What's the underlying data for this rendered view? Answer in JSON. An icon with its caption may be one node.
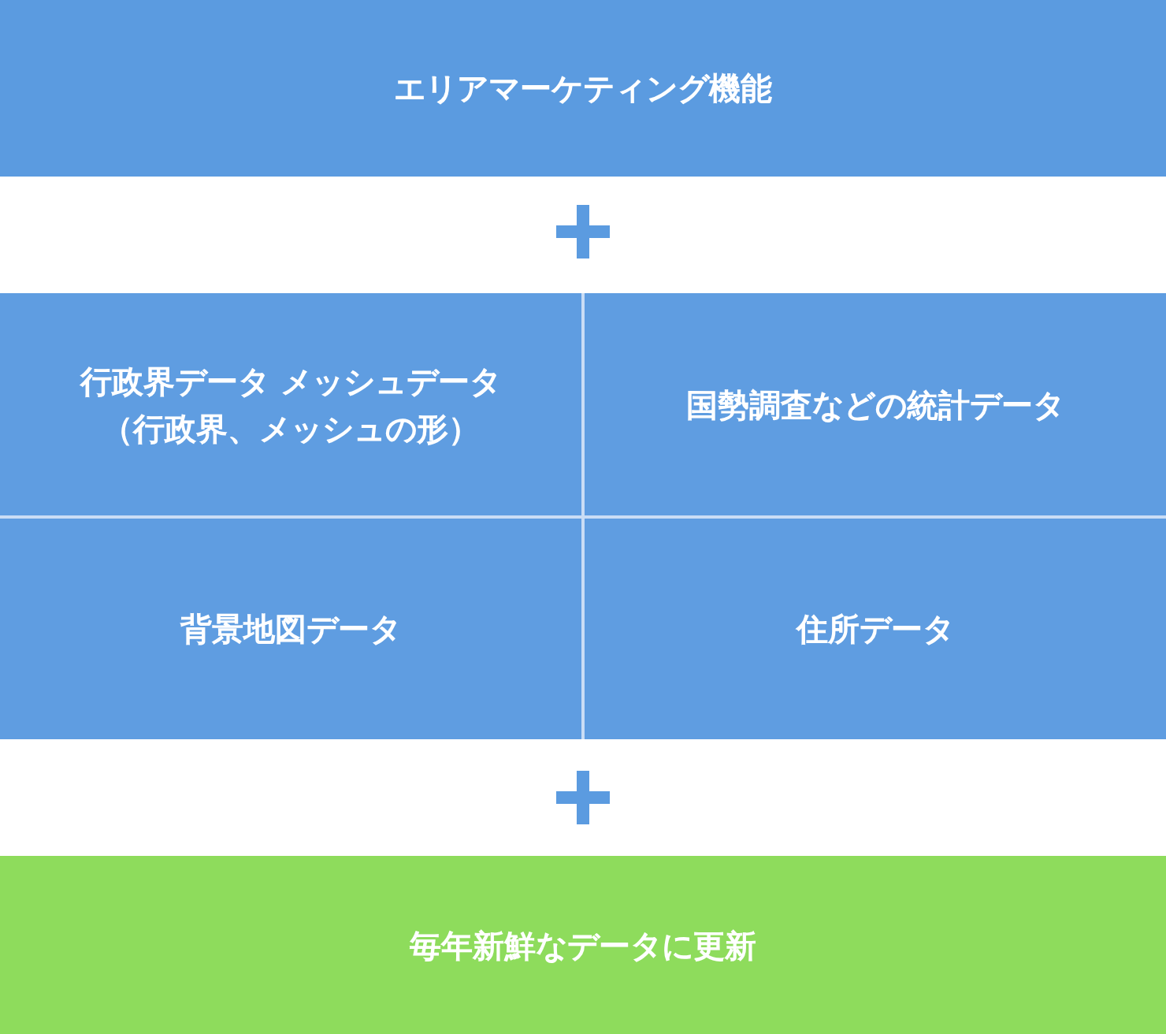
{
  "diagram": {
    "nodes": [
      {
        "text": [
          "エリアマーケティング機能"
        ]
      },
      {
        "text": [
          "行政界データ メッシュデータ",
          "（行政界、メッシュの形）"
        ]
      },
      {
        "text": [
          "国勢調査などの統計データ"
        ]
      },
      {
        "text": [
          "背景地図データ"
        ]
      },
      {
        "text": [
          "住所データ"
        ]
      },
      {
        "text": [
          "毎年新鮮なデータに更新"
        ]
      }
    ]
  }
}
